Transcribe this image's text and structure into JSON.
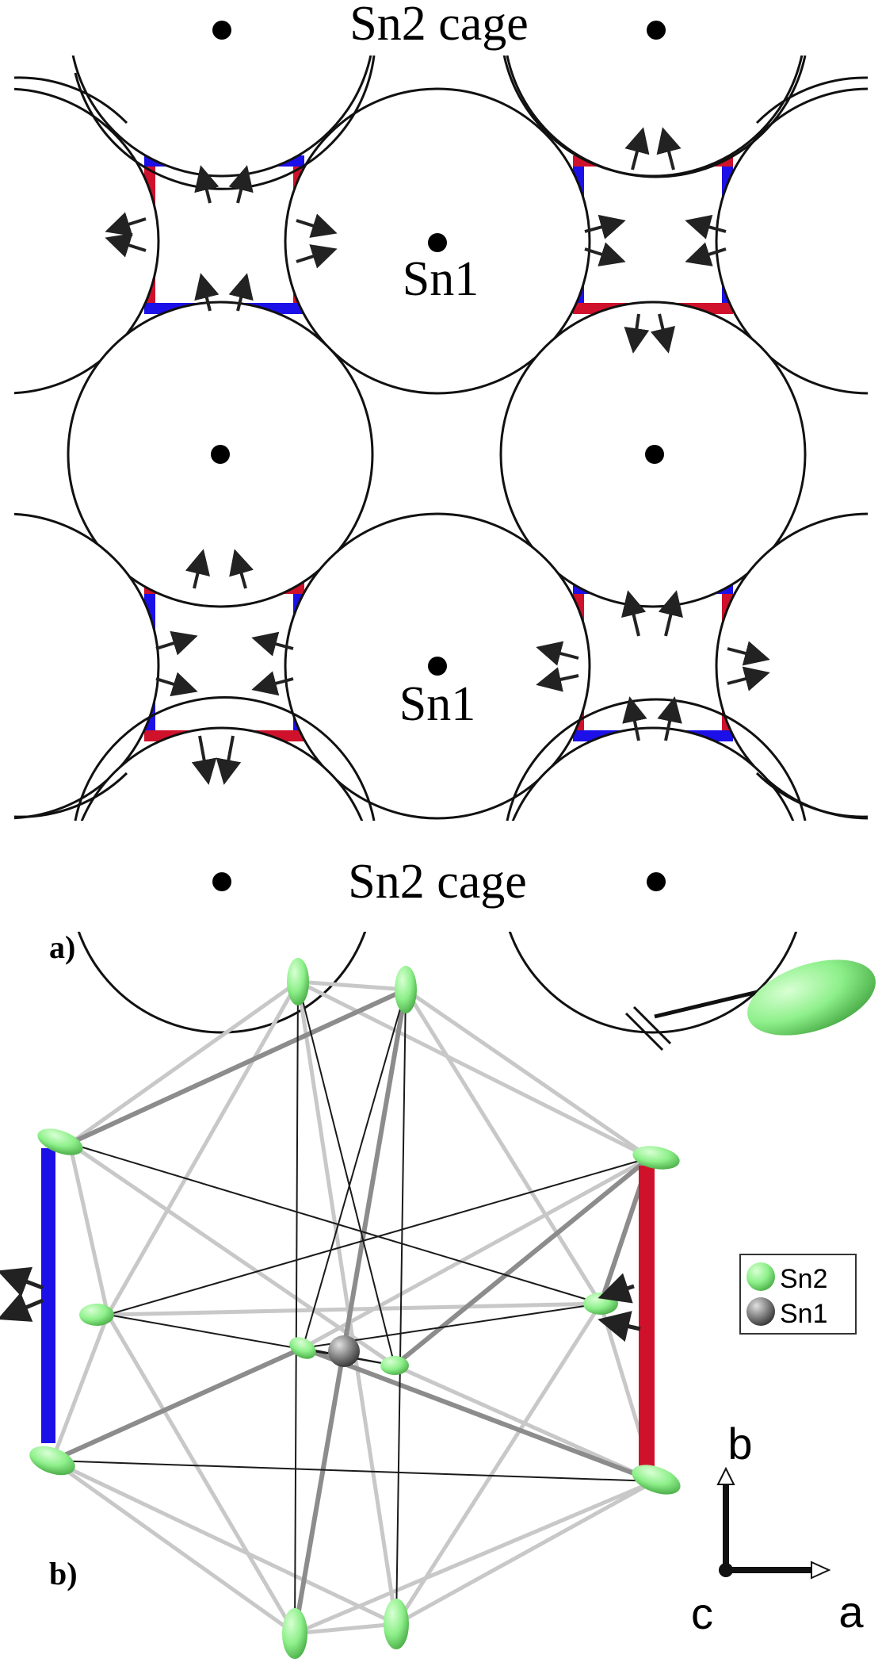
{
  "panel_a": {
    "label": "a)",
    "cage_label_top": "Sn2 cage",
    "cage_label_bottom": "Sn2 cage",
    "sn1_label_upper": "Sn1",
    "sn1_label_lower": "Sn1"
  },
  "panel_b": {
    "label": "b)",
    "legend": {
      "sn2": "Sn2",
      "sn1": "Sn1"
    },
    "axes": {
      "b": "b",
      "a": "a",
      "c": "c"
    }
  },
  "colors": {
    "red": "#d0112b",
    "blue": "#1c10e8",
    "sn2_atom": "#8ef08a",
    "sn1_atom": "#6b6b6b"
  }
}
